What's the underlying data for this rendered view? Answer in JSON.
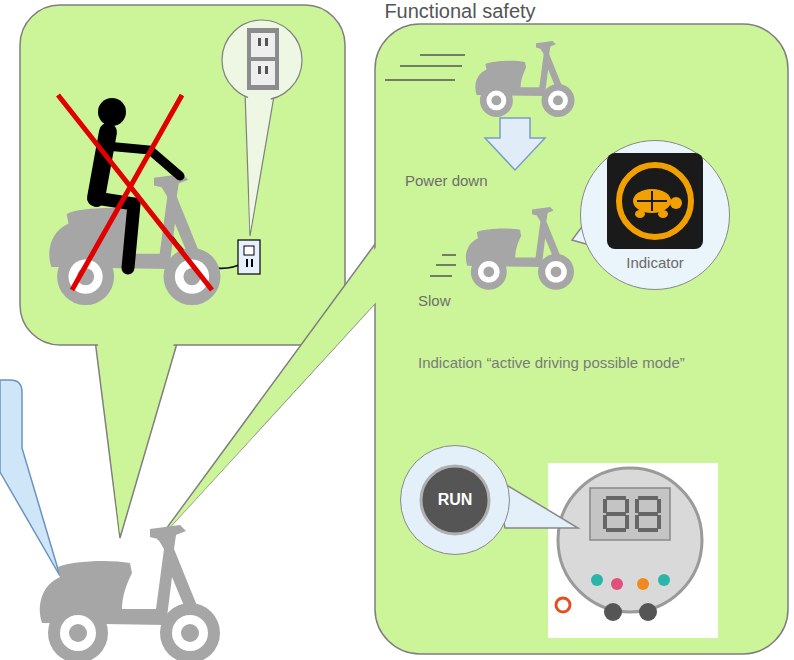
{
  "diagram": {
    "title": "Functional safety",
    "nodes": [
      {
        "text": [
          "Power down",
          "Slow",
          "Indication “active driving possible mode”"
        ]
      },
      {
        "text": [
          "Indicator"
        ],
        "in": 0
      },
      {
        "text": [
          "RUN"
        ],
        "in": 0
      }
    ]
  }
}
